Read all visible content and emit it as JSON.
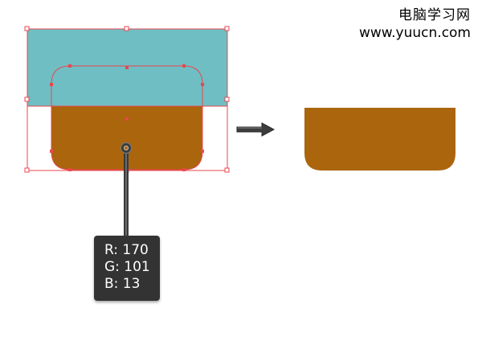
{
  "watermark": {
    "line1": "电脑学习网",
    "line2": "www.yuucn.com"
  },
  "colors": {
    "teal": "#6fbec3",
    "brown": "#aa650d",
    "selection": "#e8474f",
    "tooltip_bg": "#333333"
  },
  "color_tooltip": {
    "r_label": "R: 170",
    "g_label": "G: 101",
    "b_label": "B: 13"
  },
  "icons": {
    "arrow": "right-arrow-icon",
    "pin": "eyedropper-pin-icon"
  }
}
